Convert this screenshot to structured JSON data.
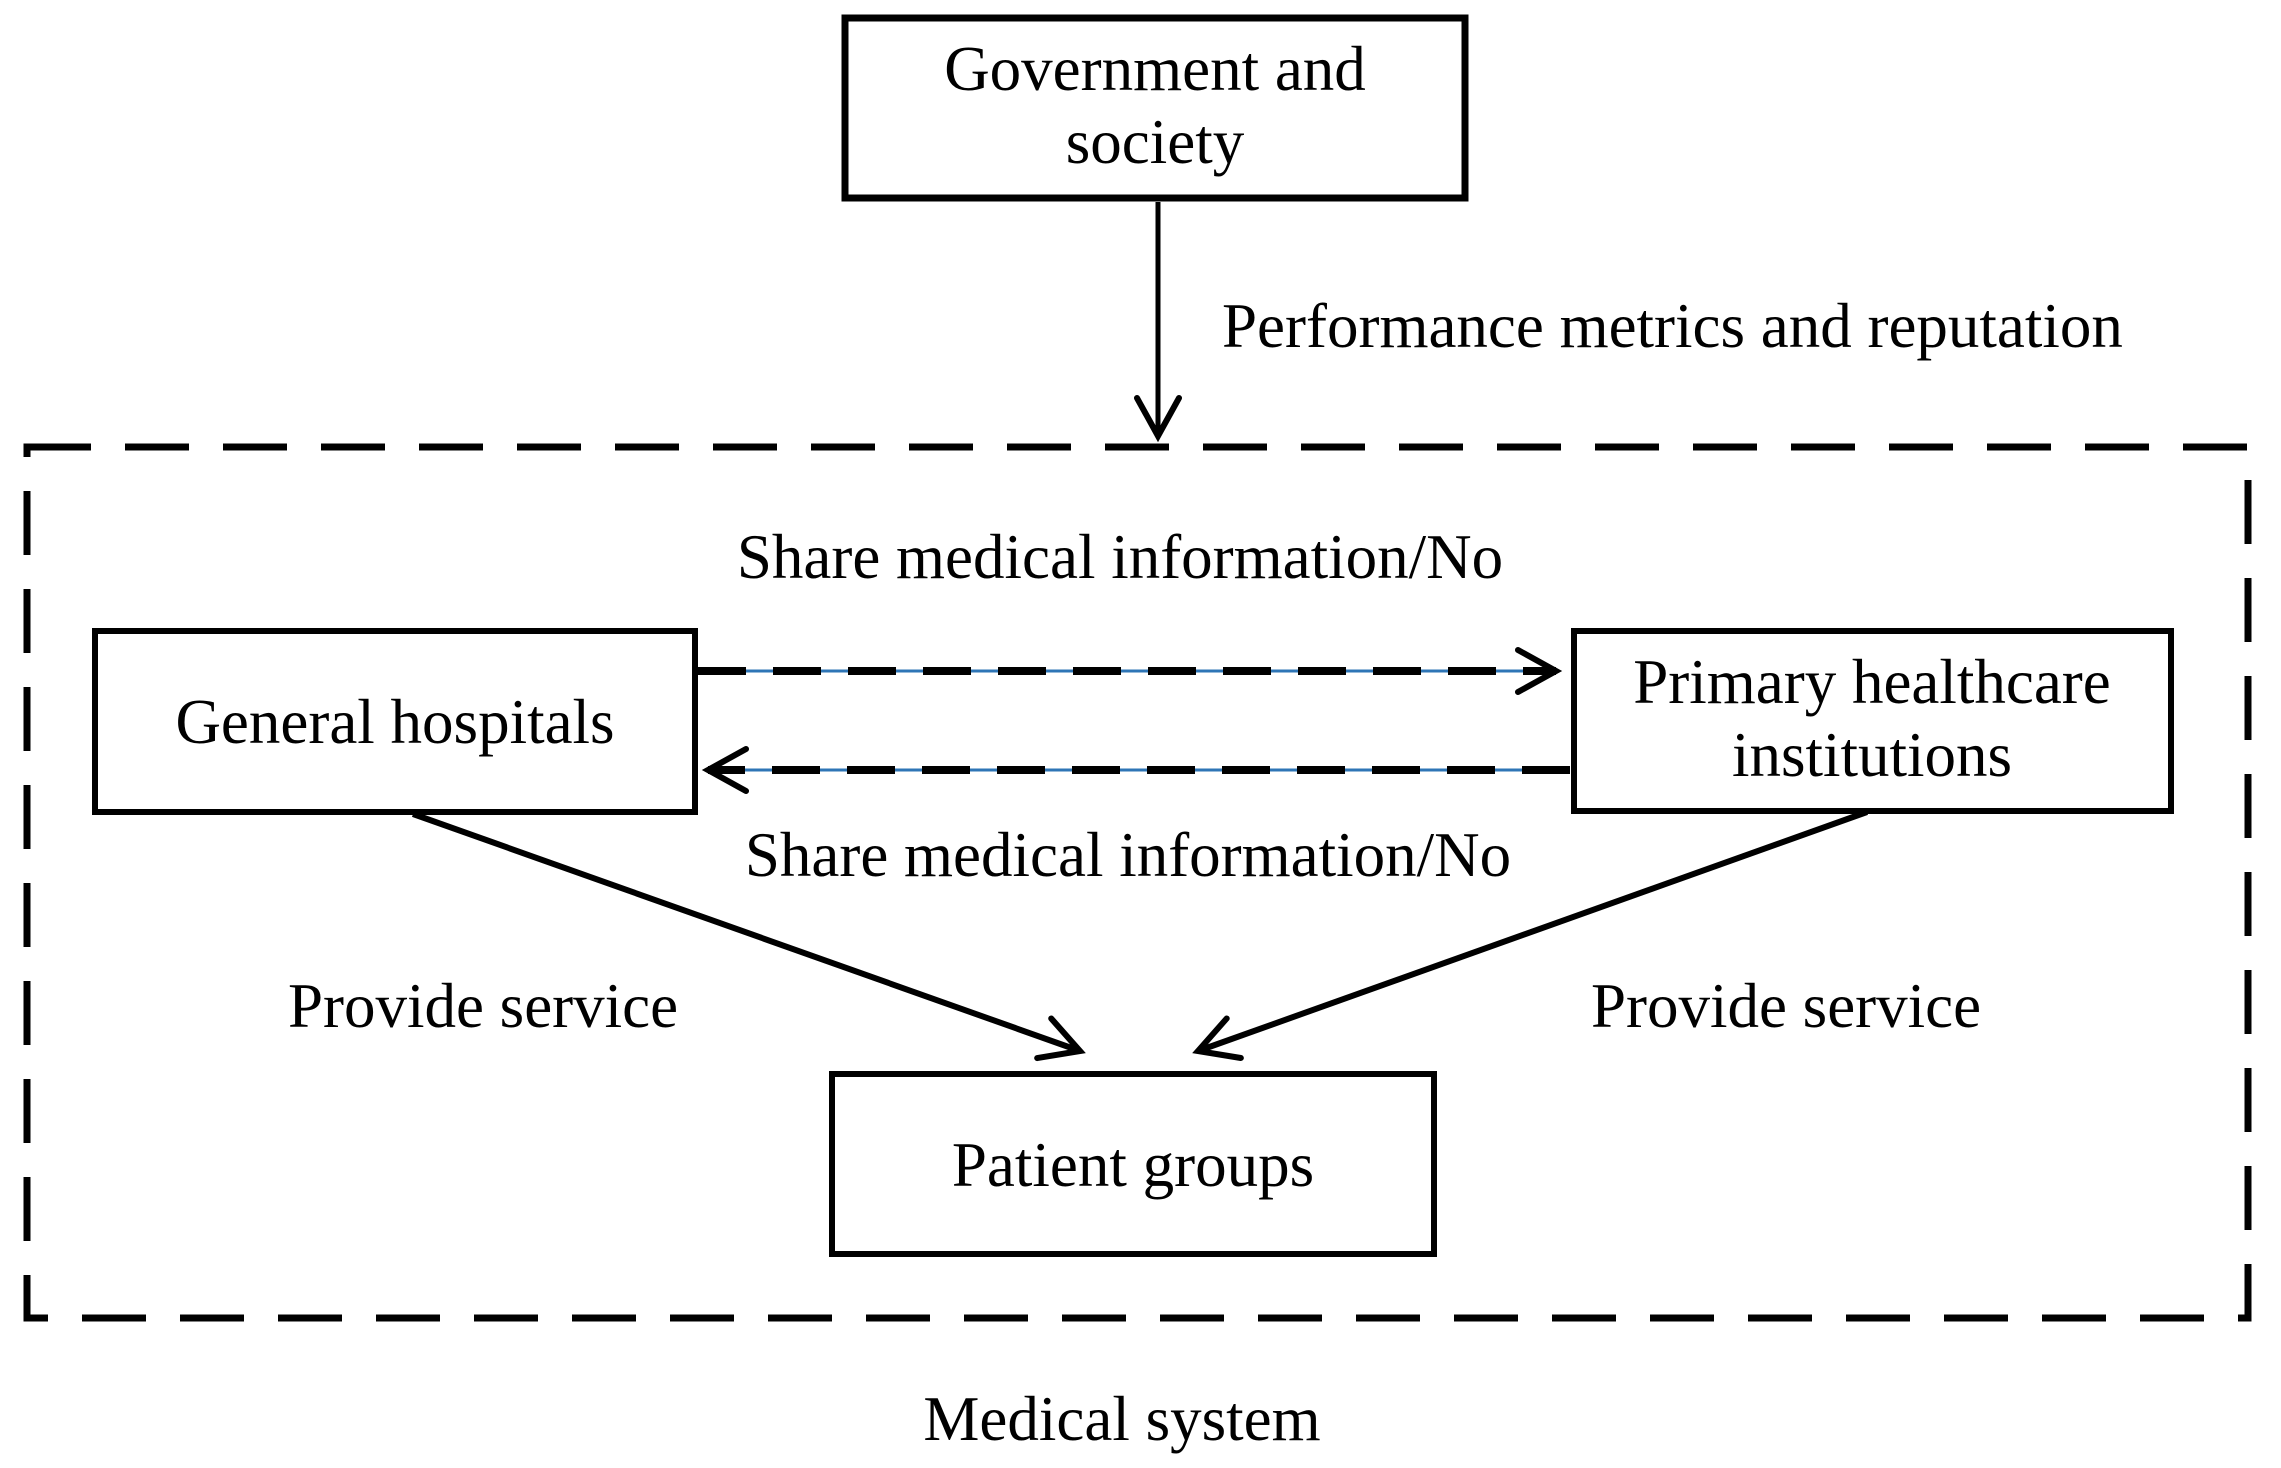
{
  "diagram": {
    "colors": {
      "line": "#000000",
      "dash_underlay": "#2e75b6",
      "background": "#ffffff"
    },
    "nodes": {
      "government": {
        "line1": "Government and",
        "line2": "society"
      },
      "general_hospitals": {
        "label": "General hospitals"
      },
      "primary_healthcare": {
        "line1": "Primary healthcare",
        "line2": "institutions"
      },
      "patient_groups": {
        "label": "Patient groups"
      }
    },
    "edge_labels": {
      "performance": "Performance metrics and reputation",
      "share_top": "Share medical information/No",
      "share_bottom": "Share medical information/No",
      "provide_left": "Provide service",
      "provide_right": "Provide service"
    },
    "container_label": "Medical system"
  }
}
